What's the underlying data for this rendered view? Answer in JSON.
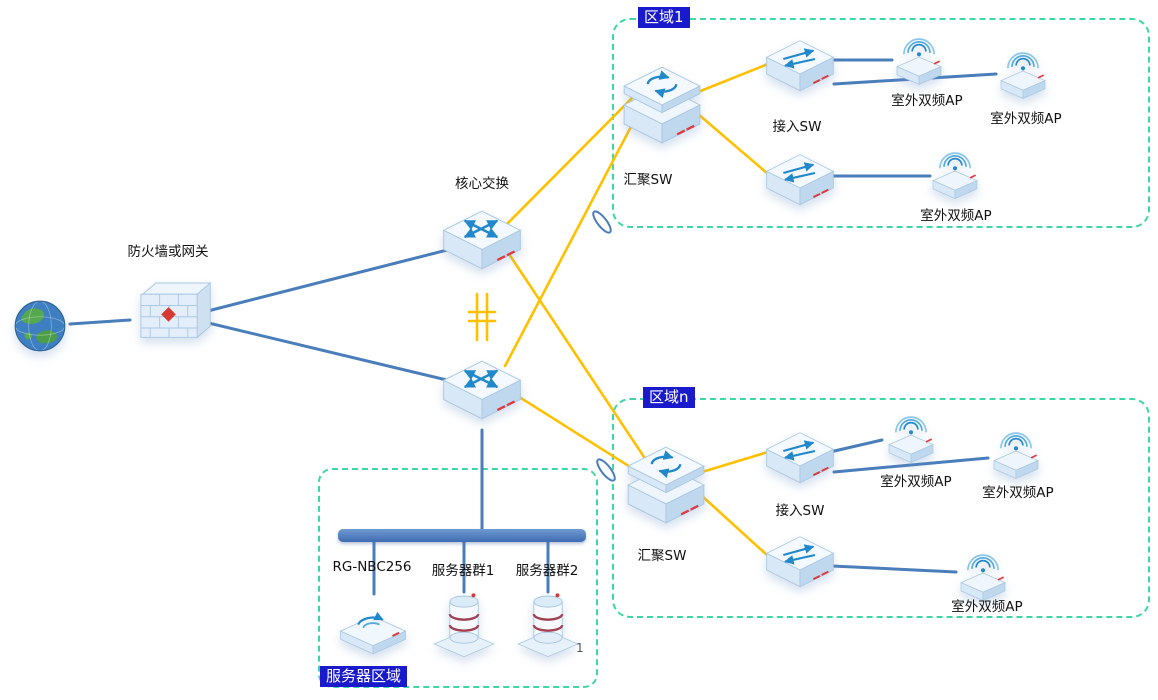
{
  "diagram": {
    "firewall": {
      "label": "防火墙或网关"
    },
    "core": {
      "label": "核心交换"
    },
    "zone1": {
      "title": "区域1",
      "agg": "汇聚SW",
      "access": "接入SW",
      "ap_labels": [
        "室外双频AP",
        "室外双频AP",
        "室外双频AP"
      ]
    },
    "zonen": {
      "title": "区域n",
      "agg": "汇聚SW",
      "access": "接入SW",
      "ap_labels": [
        "室外双频AP",
        "室外双频AP",
        "室外双频AP"
      ]
    },
    "server_zone": {
      "title": "服务器区域",
      "nbc": "RG-NBC256",
      "group1": "服务器群1",
      "group2": "服务器群2",
      "page_number": "1"
    },
    "colors": {
      "blue_link": "#4a7ebb",
      "yellow_link": "#ffc000",
      "zone_border": "#3fd6a5",
      "zone_title_bg": "#1a1acd",
      "zone_title_fg": "#ffffff"
    }
  }
}
